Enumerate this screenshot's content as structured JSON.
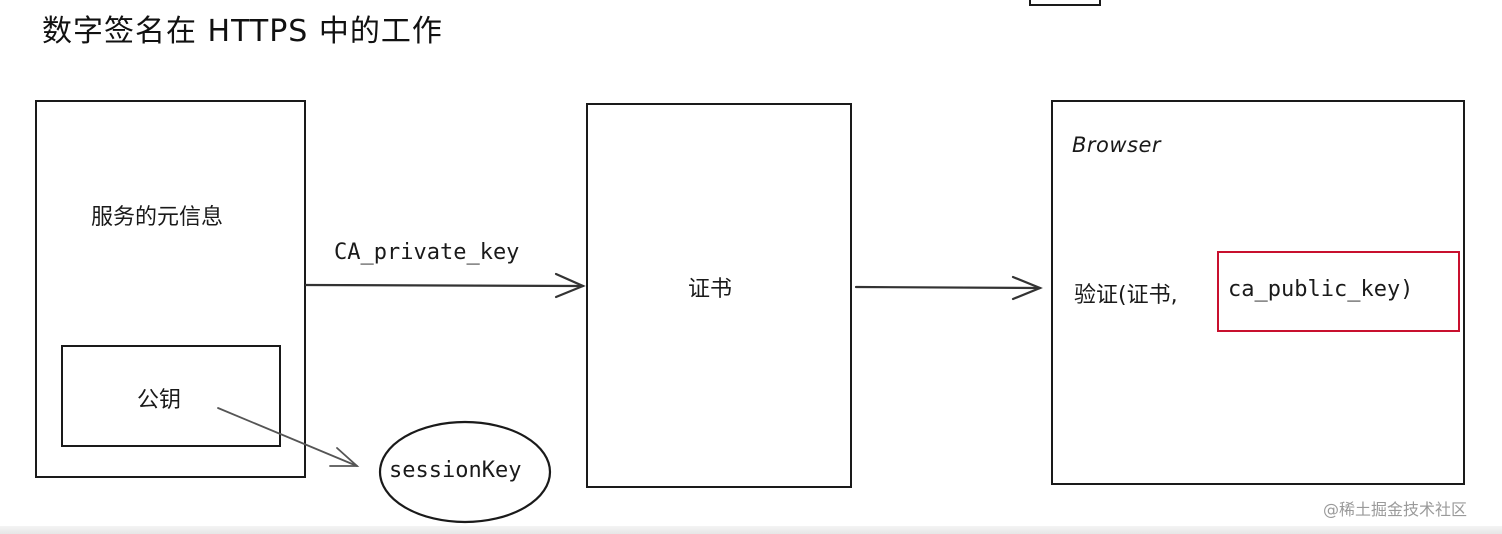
{
  "title": "数字签名在 HTTPS 中的工作",
  "server_box": {
    "label": "服务的元信息",
    "inner_box": {
      "label": "公钥"
    }
  },
  "arrow_sign": {
    "label": "CA_private_key"
  },
  "certificate_box": {
    "label": "证书"
  },
  "browser_box": {
    "label": "Browser",
    "verify_prefix": "验证(证书,",
    "verify_highlight": "ca_public_key)",
    "highlight_color": "#c8102e"
  },
  "session_key": {
    "label": "sessionKey"
  },
  "watermark": "@稀土掘金技术社区"
}
